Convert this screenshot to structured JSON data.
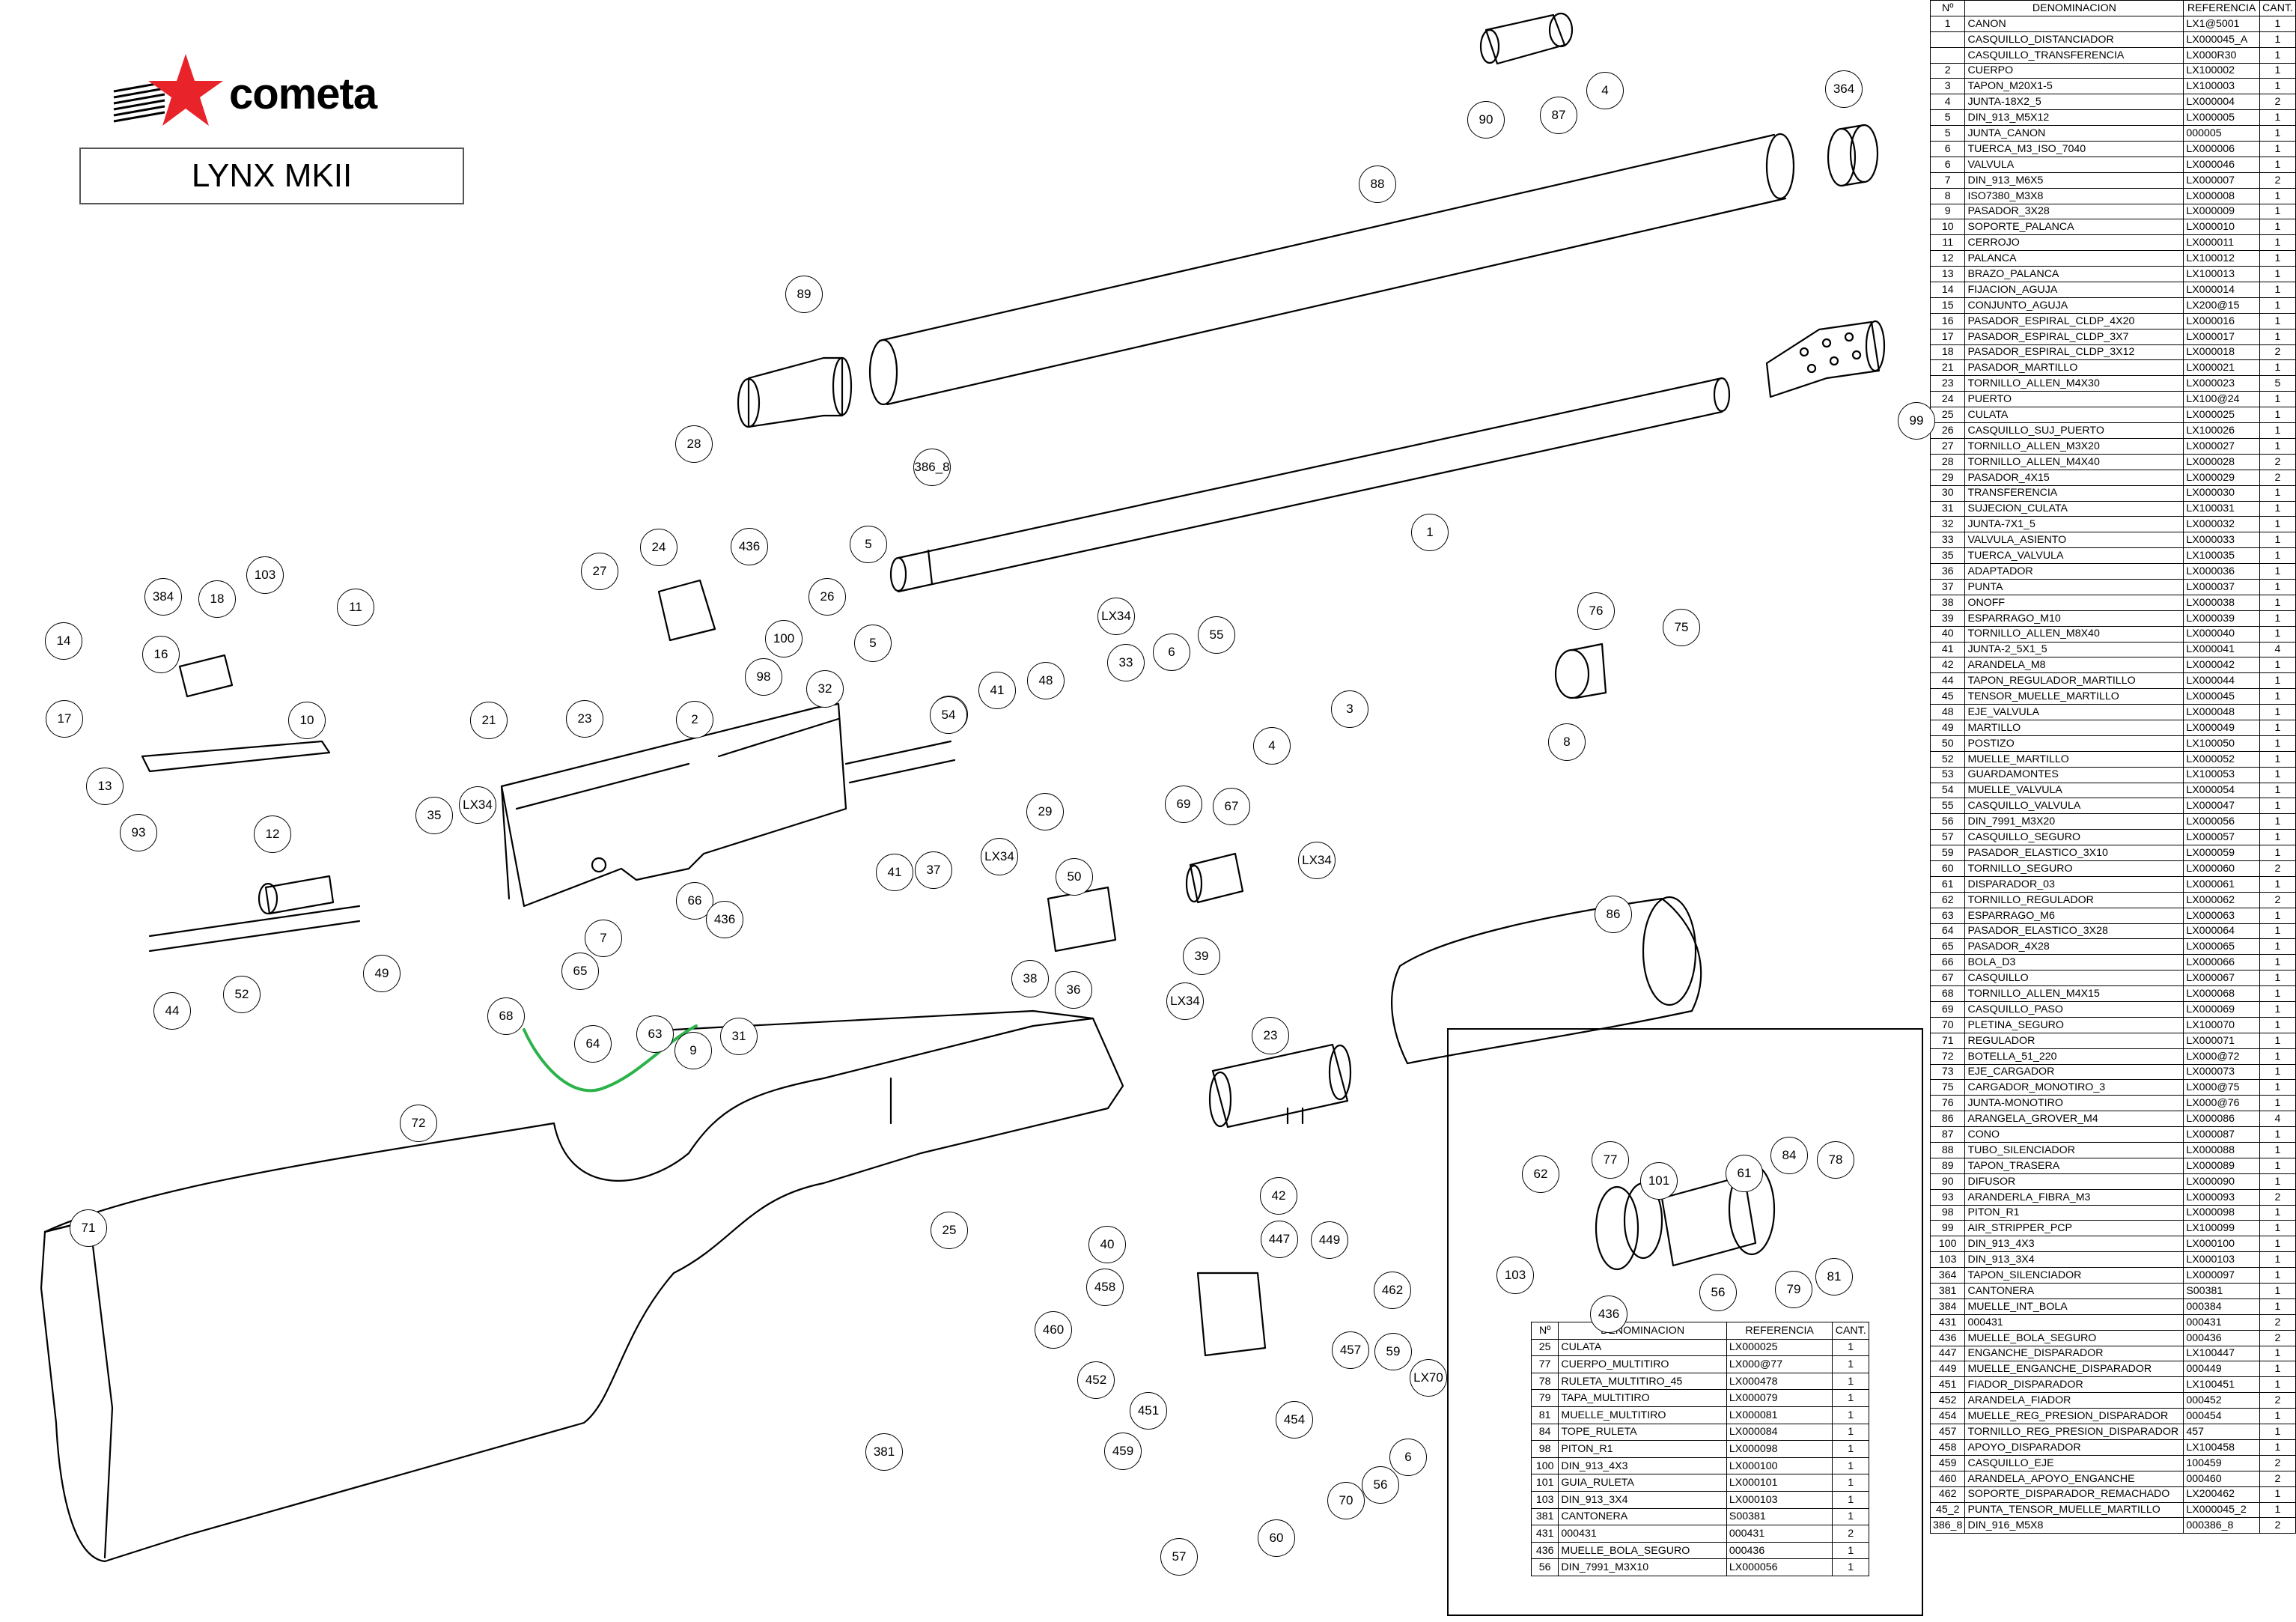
{
  "brand": {
    "name": "cometa",
    "model": "LYNX MKII",
    "star_color": "#e8232a"
  },
  "parts_table": {
    "headers": [
      "Nº",
      "DENOMINACION",
      "REFERENCIA",
      "CANT."
    ],
    "rows": [
      [
        "1",
        "CANON",
        "LX1@5001",
        "1"
      ],
      [
        "",
        "CASQUILLO_DISTANCIADOR",
        "LX000045_A",
        "1"
      ],
      [
        "",
        "CASQUILLO_TRANSFERENCIA",
        "LX000R30",
        "1"
      ],
      [
        "2",
        "CUERPO",
        "LX100002",
        "1"
      ],
      [
        "3",
        "TAPON_M20X1-5",
        "LX100003",
        "1"
      ],
      [
        "4",
        "JUNTA-18X2_5",
        "LX000004",
        "2"
      ],
      [
        "5",
        "DIN_913_M5X12",
        "LX000005",
        "1"
      ],
      [
        "5",
        "JUNTA_CANON",
        "000005",
        "1"
      ],
      [
        "6",
        "TUERCA_M3_ISO_7040",
        "LX000006",
        "1"
      ],
      [
        "6",
        "VALVULA",
        "LX000046",
        "1"
      ],
      [
        "7",
        "DIN_913_M6X5",
        "LX000007",
        "2"
      ],
      [
        "8",
        "ISO7380_M3X8",
        "LX000008",
        "1"
      ],
      [
        "9",
        "PASADOR_3X28",
        "LX000009",
        "1"
      ],
      [
        "10",
        "SOPORTE_PALANCA",
        "LX000010",
        "1"
      ],
      [
        "11",
        "CERROJO",
        "LX000011",
        "1"
      ],
      [
        "12",
        "PALANCA",
        "LX100012",
        "1"
      ],
      [
        "13",
        "BRAZO_PALANCA",
        "LX100013",
        "1"
      ],
      [
        "14",
        "FIJACION_AGUJA",
        "LX000014",
        "1"
      ],
      [
        "15",
        "CONJUNTO_AGUJA",
        "LX200@15",
        "1"
      ],
      [
        "16",
        "PASADOR_ESPIRAL_CLDP_4X20",
        "LX000016",
        "1"
      ],
      [
        "17",
        "PASADOR_ESPIRAL_CLDP_3X7",
        "LX000017",
        "1"
      ],
      [
        "18",
        "PASADOR_ESPIRAL_CLDP_3X12",
        "LX000018",
        "2"
      ],
      [
        "21",
        "PASADOR_MARTILLO",
        "LX000021",
        "1"
      ],
      [
        "23",
        "TORNILLO_ALLEN_M4X30",
        "LX000023",
        "5"
      ],
      [
        "24",
        "PUERTO",
        "LX100@24",
        "1"
      ],
      [
        "25",
        "CULATA",
        "LX000025",
        "1"
      ],
      [
        "26",
        "CASQUILLO_SUJ_PUERTO",
        "LX100026",
        "1"
      ],
      [
        "27",
        "TORNILLO_ALLEN_M3X20",
        "LX000027",
        "1"
      ],
      [
        "28",
        "TORNILLO_ALLEN_M4X40",
        "LX000028",
        "2"
      ],
      [
        "29",
        "PASADOR_4X15",
        "LX000029",
        "2"
      ],
      [
        "30",
        "TRANSFERENCIA",
        "LX000030",
        "1"
      ],
      [
        "31",
        "SUJECION_CULATA",
        "LX100031",
        "1"
      ],
      [
        "32",
        "JUNTA-7X1_5",
        "LX000032",
        "1"
      ],
      [
        "33",
        "VALVULA_ASIENTO",
        "LX000033",
        "1"
      ],
      [
        "35",
        "TUERCA_VALVULA",
        "LX100035",
        "1"
      ],
      [
        "36",
        "ADAPTADOR",
        "LX000036",
        "1"
      ],
      [
        "37",
        "PUNTA",
        "LX000037",
        "1"
      ],
      [
        "38",
        "ONOFF",
        "LX000038",
        "1"
      ],
      [
        "39",
        "ESPARRAGO_M10",
        "LX000039",
        "1"
      ],
      [
        "40",
        "TORNILLO_ALLEN_M8X40",
        "LX000040",
        "1"
      ],
      [
        "41",
        "JUNTA-2_5X1_5",
        "LX000041",
        "4"
      ],
      [
        "42",
        "ARANDELA_M8",
        "LX000042",
        "1"
      ],
      [
        "44",
        "TAPON_REGULADOR_MARTILLO",
        "LX000044",
        "1"
      ],
      [
        "45",
        "TENSOR_MUELLE_MARTILLO",
        "LX000045",
        "1"
      ],
      [
        "48",
        "EJE_VALVULA",
        "LX000048",
        "1"
      ],
      [
        "49",
        "MARTILLO",
        "LX000049",
        "1"
      ],
      [
        "50",
        "POSTIZO",
        "LX100050",
        "1"
      ],
      [
        "52",
        "MUELLE_MARTILLO",
        "LX000052",
        "1"
      ],
      [
        "53",
        "GUARDAMONTES",
        "LX100053",
        "1"
      ],
      [
        "54",
        "MUELLE_VALVULA",
        "LX000054",
        "1"
      ],
      [
        "55",
        "CASQUILLO_VALVULA",
        "LX000047",
        "1"
      ],
      [
        "56",
        "DIN_7991_M3X20",
        "LX000056",
        "1"
      ],
      [
        "57",
        "CASQUILLO_SEGURO",
        "LX000057",
        "1"
      ],
      [
        "59",
        "PASADOR_ELASTICO_3X10",
        "LX000059",
        "1"
      ],
      [
        "60",
        "TORNILLO_SEGURO",
        "LX000060",
        "2"
      ],
      [
        "61",
        "DISPARADOR_03",
        "LX000061",
        "1"
      ],
      [
        "62",
        "TORNILLO_REGULADOR",
        "LX000062",
        "2"
      ],
      [
        "63",
        "ESPARRAGO_M6",
        "LX000063",
        "1"
      ],
      [
        "64",
        "PASADOR_ELASTICO_3X28",
        "LX000064",
        "1"
      ],
      [
        "65",
        "PASADOR_4X28",
        "LX000065",
        "1"
      ],
      [
        "66",
        "BOLA_D3",
        "LX000066",
        "1"
      ],
      [
        "67",
        "CASQUILLO",
        "LX000067",
        "1"
      ],
      [
        "68",
        "TORNILLO_ALLEN_M4X15",
        "LX000068",
        "1"
      ],
      [
        "69",
        "CASQUILLO_PASO",
        "LX000069",
        "1"
      ],
      [
        "70",
        "PLETINA_SEGURO",
        "LX100070",
        "1"
      ],
      [
        "71",
        "REGULADOR",
        "LX000071",
        "1"
      ],
      [
        "72",
        "BOTELLA_51_220",
        "LX000@72",
        "1"
      ],
      [
        "73",
        "EJE_CARGADOR",
        "LX000073",
        "1"
      ],
      [
        "75",
        "CARGADOR_MONOTIRO_3",
        "LX000@75",
        "1"
      ],
      [
        "76",
        "JUNTA-MONOTIRO",
        "LX000@76",
        "1"
      ],
      [
        "86",
        "ARANGELA_GROVER_M4",
        "LX000086",
        "4"
      ],
      [
        "87",
        "CONO",
        "LX000087",
        "1"
      ],
      [
        "88",
        "TUBO_SILENCIADOR",
        "LX000088",
        "1"
      ],
      [
        "89",
        "TAPON_TRASERA",
        "LX000089",
        "1"
      ],
      [
        "90",
        "DIFUSOR",
        "LX000090",
        "1"
      ],
      [
        "93",
        "ARANDERLA_FIBRA_M3",
        "LX000093",
        "2"
      ],
      [
        "98",
        "PITON_R1",
        "LX000098",
        "1"
      ],
      [
        "99",
        "AIR_STRIPPER_PCP",
        "LX100099",
        "1"
      ],
      [
        "100",
        "DIN_913_4X3",
        "LX000100",
        "1"
      ],
      [
        "103",
        "DIN_913_3X4",
        "LX000103",
        "1"
      ],
      [
        "364",
        "TAPON_SILENCIADOR",
        "LX000097",
        "1"
      ],
      [
        "381",
        "CANTONERA",
        "S00381",
        "1"
      ],
      [
        "384",
        "MUELLE_INT_BOLA",
        "000384",
        "1"
      ],
      [
        "431",
        "000431",
        "000431",
        "2"
      ],
      [
        "436",
        "MUELLE_BOLA_SEGURO",
        "000436",
        "2"
      ],
      [
        "447",
        "ENGANCHE_DISPARADOR",
        "LX100447",
        "1"
      ],
      [
        "449",
        "MUELLE_ENGANCHE_DISPARADOR",
        "000449",
        "1"
      ],
      [
        "451",
        "FIADOR_DISPARADOR",
        "LX100451",
        "1"
      ],
      [
        "452",
        "ARANDELA_FIADOR",
        "000452",
        "2"
      ],
      [
        "454",
        "MUELLE_REG_PRESION_DISPARADOR",
        "000454",
        "1"
      ],
      [
        "457",
        "TORNILLO_REG_PRESION_DISPARADOR",
        "457",
        "1"
      ],
      [
        "458",
        "APOYO_DISPARADOR",
        "LX100458",
        "1"
      ],
      [
        "459",
        "CASQUILLO_EJE",
        "100459",
        "2"
      ],
      [
        "460",
        "ARANDELA_APOYO_ENGANCHE",
        "000460",
        "2"
      ],
      [
        "462",
        "SOPORTE_DISPARADOR_REMACHADO",
        "LX200462",
        "1"
      ],
      [
        "45_2",
        "PUNTA_TENSOR_MUELLE_MARTILLO",
        "LX000045_2",
        "1"
      ],
      [
        "386_8",
        "DIN_916_M5X8",
        "000386_8",
        "2"
      ]
    ]
  },
  "inset_table": {
    "headers": [
      "Nº",
      "DENOMINACION",
      "REFERENCIA",
      "CANT."
    ],
    "rows": [
      [
        "25",
        "CULATA",
        "LX000025",
        "1"
      ],
      [
        "77",
        "CUERPO_MULTITIRO",
        "LX000@77",
        "1"
      ],
      [
        "78",
        "RULETA_MULTITIRO_45",
        "LX000478",
        "1"
      ],
      [
        "79",
        "TAPA_MULTITIRO",
        "LX000079",
        "1"
      ],
      [
        "81",
        "MUELLE_MULTITIRO",
        "LX000081",
        "1"
      ],
      [
        "84",
        "TOPE_RULETA",
        "LX000084",
        "1"
      ],
      [
        "98",
        "PITON_R1",
        "LX000098",
        "1"
      ],
      [
        "100",
        "DIN_913_4X3",
        "LX000100",
        "1"
      ],
      [
        "101",
        "GUIA_RULETA",
        "LX000101",
        "1"
      ],
      [
        "103",
        "DIN_913_3X4",
        "LX000103",
        "1"
      ],
      [
        "381",
        "CANTONERA",
        "S00381",
        "1"
      ],
      [
        "431",
        "000431",
        "000431",
        "2"
      ],
      [
        "436",
        "MUELLE_BOLA_SEGURO",
        "000436",
        "1"
      ],
      [
        "56",
        "DIN_7991_M3X10",
        "LX000056",
        "1"
      ]
    ]
  },
  "callouts": [
    "90",
    "87",
    "4",
    "364",
    "88",
    "89",
    "99",
    "1",
    "28",
    "386_8",
    "436",
    "5",
    "26",
    "100",
    "27",
    "24",
    "98",
    "103",
    "384",
    "18",
    "11",
    "14",
    "16",
    "17",
    "10",
    "13",
    "93",
    "12",
    "21",
    "23",
    "2",
    "32",
    "386_8",
    "5",
    "54",
    "41",
    "48",
    "33",
    "6",
    "55",
    "3",
    "4",
    "LX34",
    "76",
    "75",
    "8",
    "35",
    "LX34",
    "49",
    "44",
    "52",
    "66",
    "436",
    "7",
    "65",
    "64",
    "63",
    "9",
    "31",
    "68",
    "29",
    "69",
    "LX34",
    "67",
    "37",
    "41",
    "LX34",
    "36",
    "50",
    "38",
    "39",
    "LX34",
    "86",
    "23",
    "72",
    "71",
    "25",
    "381",
    "42",
    "40",
    "447",
    "449",
    "462",
    "458",
    "460",
    "452",
    "451",
    "459",
    "454",
    "457",
    "59",
    "LX70",
    "6",
    "56",
    "70",
    "57",
    "60",
    "61",
    "62",
    "77",
    "101",
    "84",
    "78",
    "103",
    "436",
    "56",
    "79",
    "81",
    "98",
    "100"
  ]
}
